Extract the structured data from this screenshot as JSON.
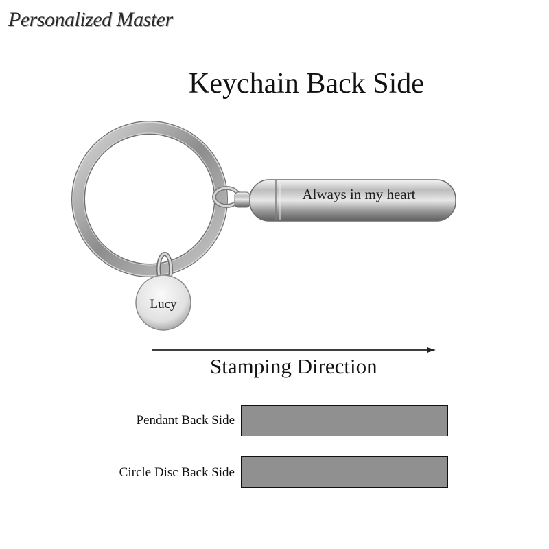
{
  "brand": {
    "text": "Personalized Master"
  },
  "title": "Keychain Back Side",
  "product": {
    "cylinder_engraving": "Always in my heart",
    "disc_engraving": "Lucy"
  },
  "direction": {
    "label": "Stamping Direction"
  },
  "rows": [
    {
      "label": "Pendant Back Side",
      "box_color": "#909090"
    },
    {
      "label": "Circle Disc Back Side",
      "box_color": "#909090"
    }
  ]
}
